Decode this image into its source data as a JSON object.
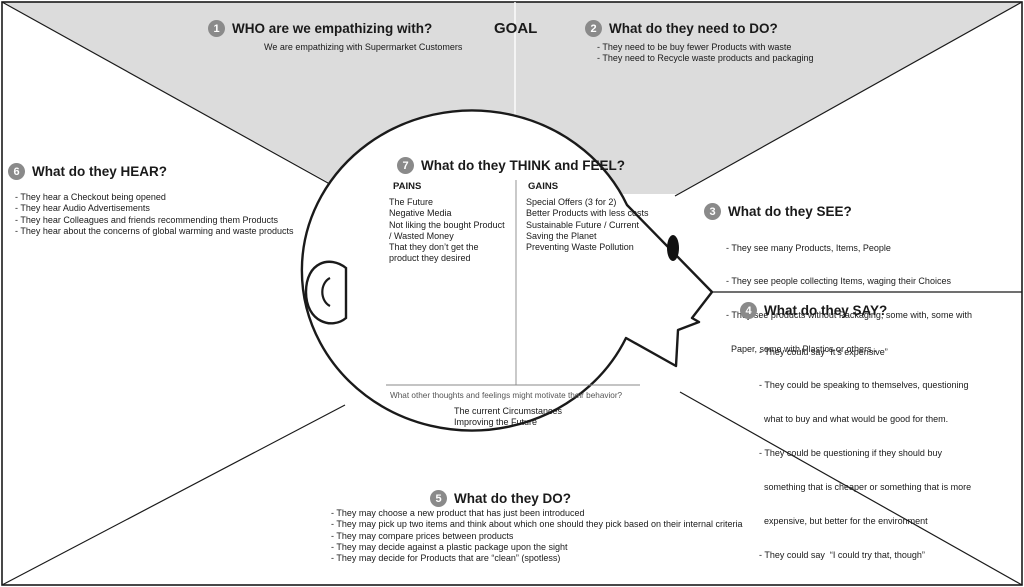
{
  "goal_label": "GOAL",
  "who": {
    "number": "1",
    "title": "WHO are we empathizing with?",
    "subtitle": "We are empathizing with Supermarket Customers"
  },
  "need": {
    "number": "2",
    "title": "What do they need to DO?",
    "items": [
      "- They need to be buy fewer Products with waste",
      "- They need to Recycle waste products and packaging"
    ]
  },
  "see": {
    "number": "3",
    "title": "What do they SEE?",
    "items": [
      "- They see many Products, Items, People",
      "- They see people collecting Items, waging their Choices",
      "- They see products without Packaging, some with, some with",
      "  Paper, some with Plastics or others.."
    ]
  },
  "say": {
    "number": "4",
    "title": "What do they SAY?",
    "items": [
      "- They could say “It’s expensive”",
      "- They could be speaking to themselves, questioning",
      "  what to buy and what would be good for them.",
      "- They could be questioning if they should buy",
      "  something that is cheaper or something that is more",
      "  expensive, but better for the environment",
      "- They could say  “I could try that, though”"
    ]
  },
  "do": {
    "number": "5",
    "title": "What do they DO?",
    "items": [
      "- They may choose a new product that has just been introduced",
      "- They may pick up two items and think about which one should they pick based on their internal criteria",
      "- They may compare prices between products",
      "- They may decide against a plastic package upon the sight",
      "- They may decide for Products that are “clean” (spotless)"
    ]
  },
  "hear": {
    "number": "6",
    "title": "What do they HEAR?",
    "items": [
      "- They hear a Checkout being opened",
      "- They hear Audio Advertisements",
      "- They hear Colleagues and friends recommending them Products",
      "- They hear about the concerns of global warming and waste products"
    ]
  },
  "think": {
    "number": "7",
    "title": "What do they THINK and FEEL?",
    "pains": {
      "label": "PAINS",
      "items": [
        "The Future",
        "Negative Media",
        "Not liking the bought Product",
        "/ Wasted Money",
        "That they don’t get the",
        "product they desired"
      ]
    },
    "gains": {
      "label": "GAINS",
      "items": [
        "Special Offers (3 for 2)",
        "Better Products with less costs",
        "Sustainable Future / Current",
        "Saving the Planet",
        "Preventing Waste Pollution"
      ]
    },
    "motivation": {
      "question": "What other thoughts and feelings might motivate their behavior?",
      "items": [
        "The current Circumstances",
        "Improving the Future"
      ]
    }
  },
  "colors": {
    "top_band": "#dcdcdc",
    "number_badge": "#8a8a8a",
    "lines": "#1a1a1a"
  }
}
